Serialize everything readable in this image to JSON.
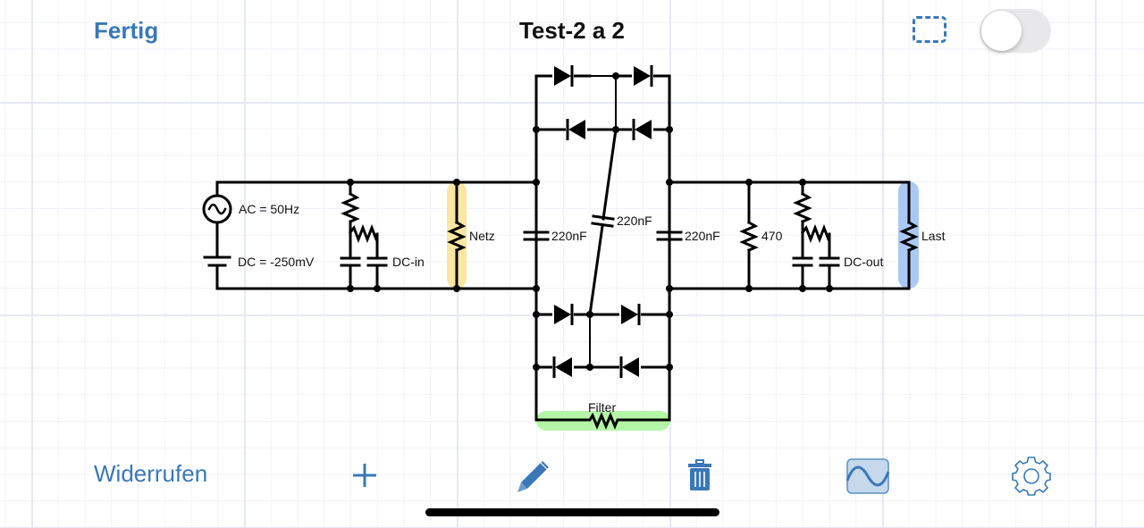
{
  "header": {
    "done_label": "Fertig",
    "title": "Test-2 a 2",
    "select_icon": "dashed-selection-rect-icon",
    "toggle_state": "off"
  },
  "toolbar": {
    "undo_label": "Widerrufen",
    "add_icon": "plus-icon",
    "edit_icon": "pencil-icon",
    "delete_icon": "trash-icon",
    "simulate_icon": "sine-wave-icon",
    "simulate_active": true,
    "settings_icon": "gear-icon"
  },
  "colors": {
    "accent": "#3a78b8",
    "highlight_netz": "#fbe6a2",
    "highlight_last": "#a9c8f4",
    "highlight_filter": "#b4f5a8",
    "wire": "#000000"
  },
  "schematic": {
    "source_ac_label": "AC = 50Hz",
    "source_dc_label": "DC = -250mV",
    "dc_in_label": "DC-in",
    "netz_label": "Netz",
    "cap_left_label": "220nF",
    "cap_middle_label": "220nF",
    "cap_right_label": "220nF",
    "resistor_load_label": "470",
    "dc_out_label": "DC-out",
    "last_label": "Last",
    "filter_label": "Filter"
  }
}
